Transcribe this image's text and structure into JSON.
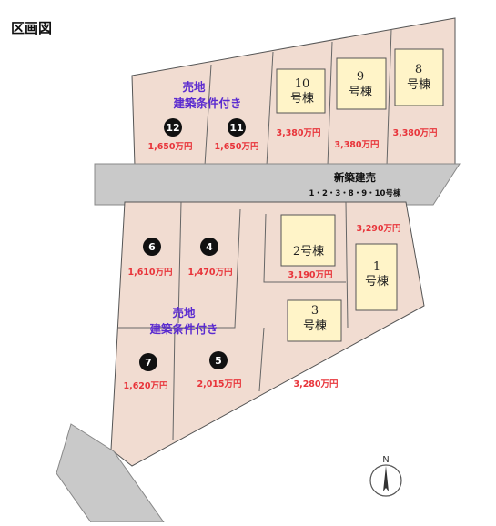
{
  "title": "区画図",
  "lots": [
    {
      "id": "12",
      "badge": "⓬",
      "price": "1,650万円"
    },
    {
      "id": "11",
      "badge": "⓫",
      "price": "1,650万円"
    },
    {
      "id": "10",
      "house": [
        "10",
        "号棟"
      ],
      "price": "3,380万円"
    },
    {
      "id": "9",
      "house": [
        "9",
        "号棟"
      ],
      "price": "3,380万円"
    },
    {
      "id": "8",
      "house": [
        "8",
        "号棟"
      ],
      "price": "3,380万円"
    },
    {
      "id": "6",
      "badge": "6",
      "price": "1,610万円"
    },
    {
      "id": "4",
      "badge": "4",
      "price": "1,470万円"
    },
    {
      "id": "2",
      "house": [
        "2号棟"
      ],
      "price": "3,190万円"
    },
    {
      "id": "1",
      "house": [
        "1",
        "号棟"
      ],
      "price": "3,290万円"
    },
    {
      "id": "7",
      "badge": "7",
      "price": "1,620万円"
    },
    {
      "id": "5",
      "badge": "5",
      "price": "2,015万円"
    },
    {
      "id": "3",
      "house": [
        "3",
        "号棟"
      ],
      "price": "3,280万円"
    }
  ],
  "land_label_top": [
    "売地",
    "建築条件付き"
  ],
  "land_label_bottom": [
    "売地",
    "建築条件付き"
  ],
  "road": {
    "title": "新築建売",
    "numbers": "1・2・3・8・9・10号棟"
  },
  "compass": "N",
  "colors": {
    "lot": "#f1dcd1",
    "road": "#c9c9c9",
    "house": "#fff4c8",
    "price": "#e8343a",
    "label": "#5b2bd0"
  }
}
